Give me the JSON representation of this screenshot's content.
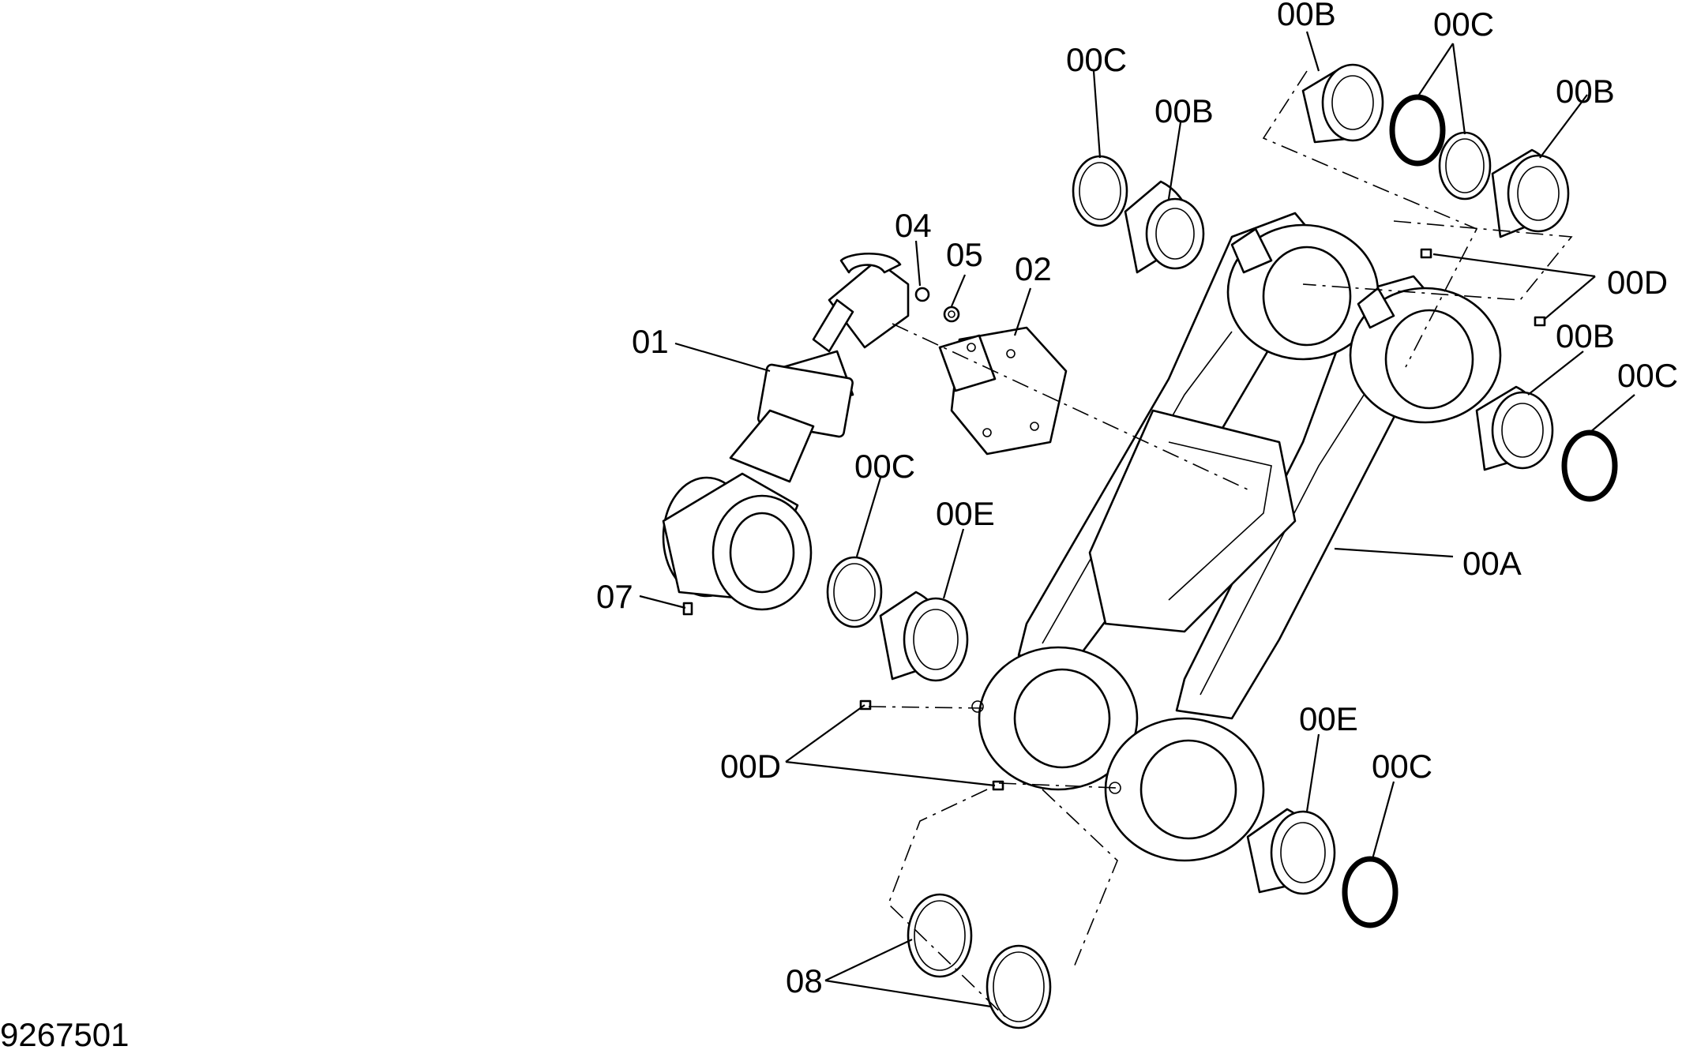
{
  "document_number": "9267501",
  "callouts": {
    "c00B_top": "00B",
    "c00C_top": "00C",
    "c00C_left": "00C",
    "c00B_left": "00B",
    "c00B_right": "00B",
    "c00D_right": "00D",
    "c00B_mid": "00B",
    "c00C_mid": "00C",
    "c04": "04",
    "c05": "05",
    "c02": "02",
    "c01": "01",
    "c00C_lower": "00C",
    "c00E_upper": "00E",
    "c00A": "00A",
    "c07": "07",
    "c00D_left": "00D",
    "c00E_lower": "00E",
    "c00C_bottom": "00C",
    "c08": "08"
  }
}
